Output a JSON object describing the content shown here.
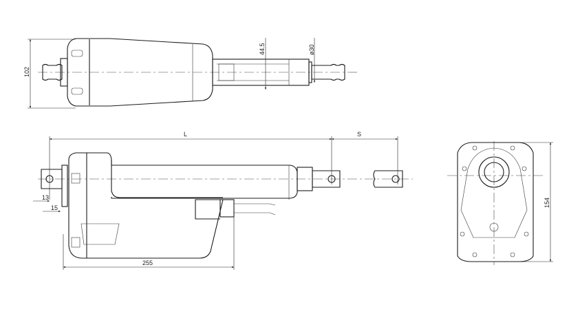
{
  "dimensions": {
    "top_height": "102",
    "tube_diameter": "44.5",
    "rod_diameter": "ø30",
    "length": "L",
    "stroke": "S",
    "clevis_offset_a": "13",
    "clevis_offset_b": "15",
    "motor_length": "255",
    "front_height": "154"
  }
}
